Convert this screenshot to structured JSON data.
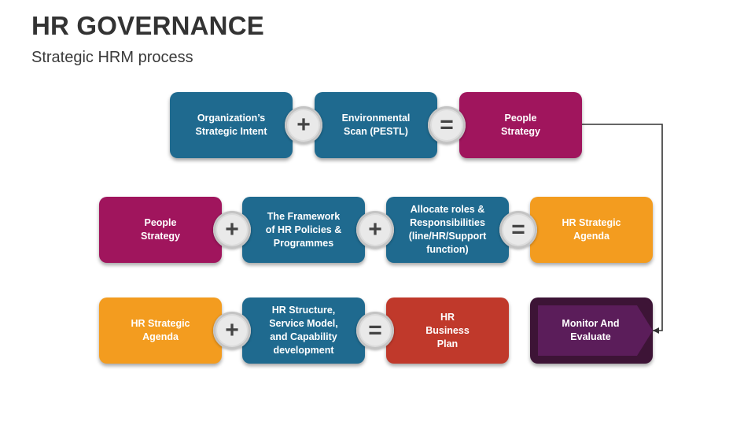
{
  "header": {
    "title": "HR GOVERNANCE",
    "subtitle": "Strategic HRM process"
  },
  "colors": {
    "blue": "#1f6a8f",
    "magenta": "#a0155d",
    "orange": "#f39c1f",
    "red": "#c0392b",
    "dark_purple": "#3d1436",
    "arrow_purple": "#5b1d5a"
  },
  "row1": {
    "box1": "Organization’s\nStrategic Intent",
    "op1": "+",
    "box2": "Environmental\nScan (PESTL)",
    "op2": "=",
    "box3": "People\nStrategy"
  },
  "row2": {
    "box1": "People\nStrategy",
    "op1": "+",
    "box2": "The Framework\nof HR Policies &\nProgrammes",
    "op2": "+",
    "box3": "Allocate roles &\nResponsibilities\n(line/HR/Support\nfunction)",
    "op3": "=",
    "box4": "HR Strategic\nAgenda"
  },
  "row3": {
    "box1": "HR Strategic\nAgenda",
    "op1": "+",
    "box2": "HR Structure,\nService Model,\nand Capability\ndevelopment",
    "op2": "=",
    "box3": "HR\nBusiness\nPlan",
    "box4": "Monitor And\nEvaluate"
  }
}
